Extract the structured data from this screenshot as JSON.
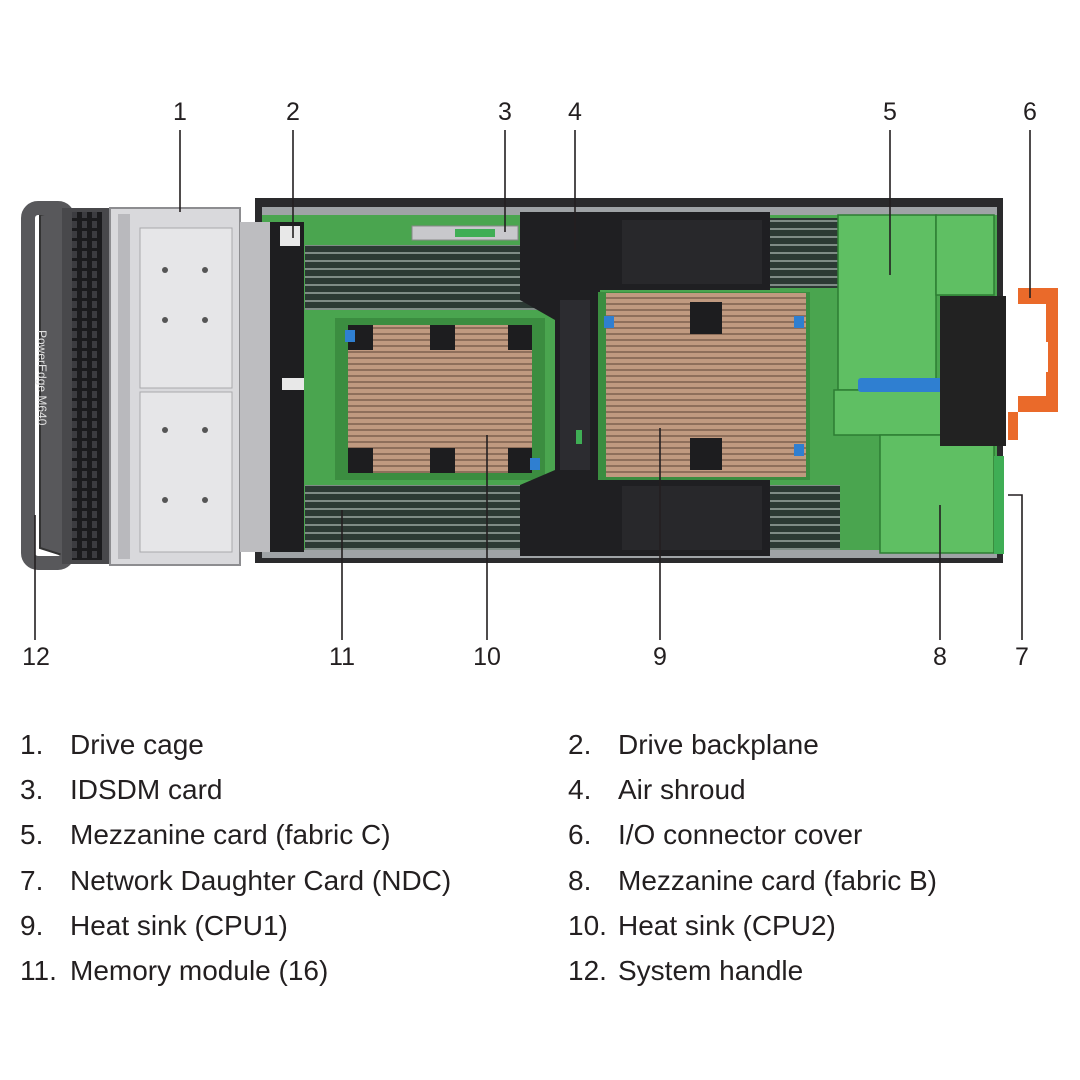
{
  "callouts": [
    {
      "number": "1",
      "label": "Drive cage"
    },
    {
      "number": "2",
      "label": "Drive backplane"
    },
    {
      "number": "3",
      "label": "IDSDM card"
    },
    {
      "number": "4",
      "label": "Air shroud"
    },
    {
      "number": "5",
      "label": "Mezzanine card (fabric C)"
    },
    {
      "number": "6",
      "label": "I/O connector cover"
    },
    {
      "number": "7",
      "label": "Network Daughter Card (NDC)"
    },
    {
      "number": "8",
      "label": "Mezzanine card (fabric B)"
    },
    {
      "number": "9",
      "label": "Heat sink (CPU1)"
    },
    {
      "number": "10",
      "label": "Heat sink (CPU2)"
    },
    {
      "number": "11",
      "label": "Memory module (16)"
    },
    {
      "number": "12",
      "label": "System handle"
    }
  ],
  "legend_numbers": [
    "1.",
    "2.",
    "3.",
    "4.",
    "5.",
    "6.",
    "7.",
    "8.",
    "9.",
    "10.",
    "11.",
    "12."
  ],
  "handle_branding": "PowerEdge M640",
  "colors": {
    "board_green": "#4aa54f",
    "mezzanine_green": "#5fbf63",
    "heatsink": "#b8927a",
    "shroud": "#1f1f22",
    "drive_cage": "#d9d9dc",
    "handle": "#58585b",
    "io_cover": "#ea6a2a",
    "latch_blue": "#2f7fd1"
  }
}
